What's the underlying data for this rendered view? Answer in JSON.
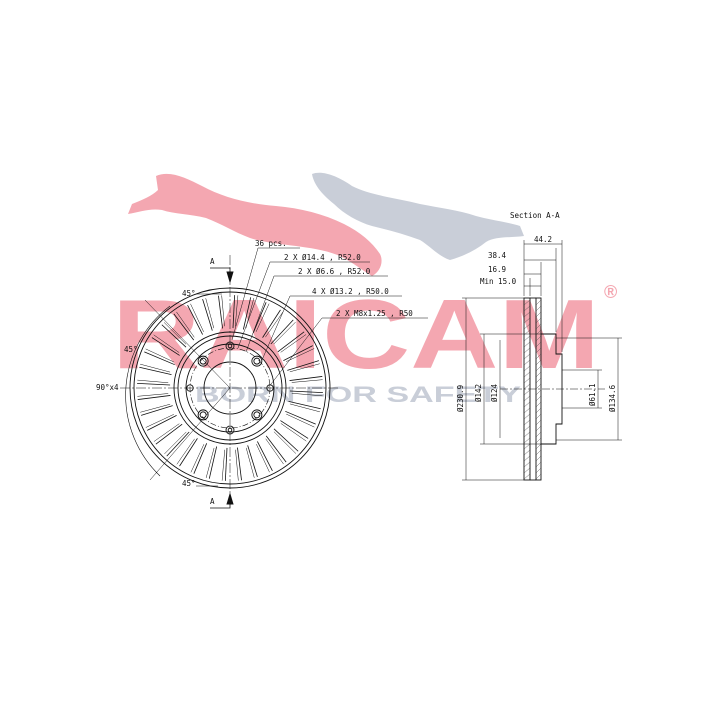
{
  "watermark": {
    "brand": "RAICAM",
    "registered": "®",
    "tagline": "BORN FOR SAFETY",
    "brand_color": "#f4a7b1",
    "tagline_color": "#c9ced8",
    "cat_front_color": "#f4a7b1",
    "cat_back_color": "#c9ced8"
  },
  "front_view": {
    "section_marker": "A",
    "callouts": [
      "36 pcs.",
      "2 X Ø14.4 , R52.0",
      "2 X Ø6.6 , R52.0",
      "4 X Ø13.2 , R50.0",
      "2 X M8x1.25 , R50"
    ],
    "angle_top": "45°",
    "angle_left": "45°",
    "angle_side": "90°x4",
    "angle_bottom": "45°",
    "vent_count": 36
  },
  "section_view": {
    "title": "Section A-A",
    "dim_442": "44.2",
    "dim_384": "38.4",
    "dim_169": "16.9",
    "dim_min": "Min 15.0",
    "dia_2309": "Ø230.9",
    "dia_142": "Ø142",
    "dia_124": "Ø124",
    "dia_611": "Ø61.1",
    "dia_1346": "Ø134.6"
  },
  "colors": {
    "line": "#111111",
    "hatch": "#444444"
  }
}
